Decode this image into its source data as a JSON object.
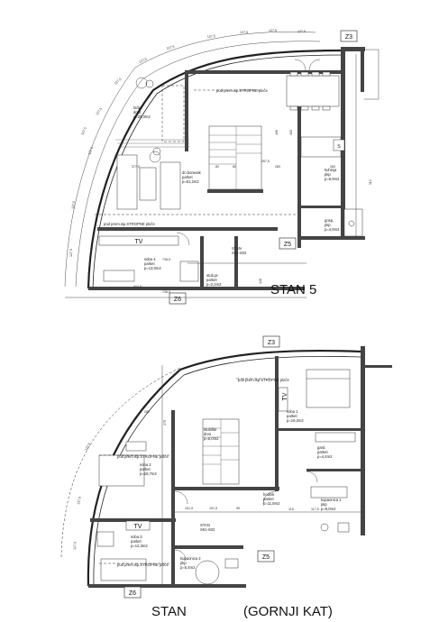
{
  "plan_top": {
    "title": "STAN   5",
    "tags": {
      "z3": "Z3",
      "z5": "Z5",
      "z6": "Z6",
      "tv": "TV"
    },
    "rooms": {
      "loggia": [
        "lođa",
        "drvo",
        "p=25,0m2"
      ],
      "dnevni": [
        "dn.boravak",
        "parket",
        "p=61,2m2"
      ],
      "kuhinja": [
        "kuhinja",
        "pkp",
        "p=8,9m2"
      ],
      "gospodarski": [
        "gosp.",
        "pkp",
        "p=4,8m2"
      ],
      "soba4": [
        "soba 4",
        "parket",
        "p=13,0m2"
      ],
      "stan": [
        "STAN",
        "S61-S02"
      ],
      "stubiste": [
        "stub.pr.",
        "parket",
        "p=2,2m2"
      ]
    },
    "notes": {
      "ceiling1": "pod prem.isp.STROPNE ploče",
      "ceiling2": "pod prem.isp.STROPNE ploče"
    },
    "dims": [
      "127,5",
      "127,5",
      "127,5",
      "127,5",
      "127,5",
      "127,5",
      "127,5",
      "127,5",
      "127,5",
      "127,5",
      "127,5",
      "127,5",
      "377,5",
      "80",
      "80",
      "280",
      "267,5",
      "280",
      "465",
      "112",
      "465",
      "738,5",
      "404,5",
      "738,5",
      "128"
    ]
  },
  "plan_bottom": {
    "title": "STAN",
    "subtitle": "(GORNJI KAT)",
    "tags": {
      "z3": "Z3",
      "z5": "Z5",
      "z6": "Z6",
      "tv1": "TV",
      "tv2": "TV"
    },
    "rooms": {
      "stubiste": [
        "stubište",
        "drvo",
        "p=6,0m2"
      ],
      "soba1": [
        "soba 1",
        "parket",
        "p=16,2m2"
      ],
      "gard": [
        "gard.",
        "parket",
        "p=4,4m2"
      ],
      "soba2": [
        "soba 2",
        "parket",
        "p=18,7m2"
      ],
      "hodnik": [
        "hodnik",
        "parket",
        "p=11,8m2"
      ],
      "kupaonica1": [
        "kupaonica 1",
        "pkp",
        "p=9,0m2"
      ],
      "soba3": [
        "soba 3",
        "parket",
        "p=12,3m2"
      ],
      "stan": [
        "STAN",
        "S61-S02"
      ],
      "kupaonica2": [
        "kupaonica 2",
        "pkp",
        "p=5,4m2"
      ]
    },
    "notes": {
      "ceiling1": "pod prem.isp.STROPNE ploče",
      "ceiling2": "pod prem.isp.STROPNE ploče",
      "ceiling3": "pod prem.isp.STROPNE ploče"
    },
    "dims": [
      "282",
      "151,5",
      "101,5",
      "95",
      "175",
      "115",
      "117,5",
      "127,5",
      "127,5",
      "127,5"
    ]
  }
}
